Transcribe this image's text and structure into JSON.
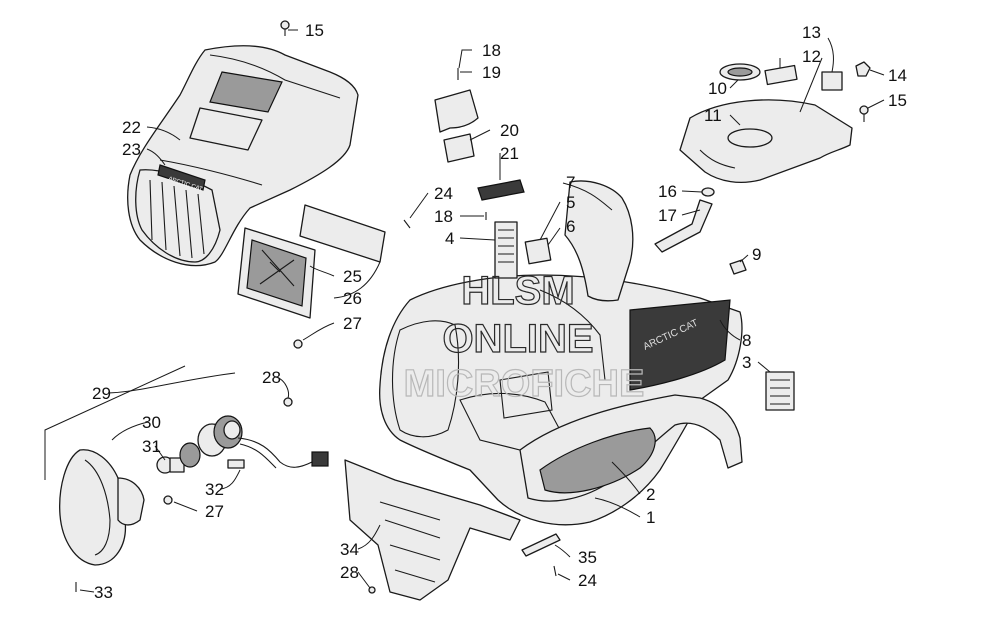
{
  "watermark": {
    "line1": "HLSM",
    "line2": "ONLINE",
    "line3": "MICROFICHE"
  },
  "decal_text": "ARCTIC CAT",
  "callouts": [
    "1",
    "2",
    "3",
    "4",
    "5",
    "6",
    "7",
    "8",
    "9",
    "10",
    "11",
    "12",
    "13",
    "14",
    "15",
    "16",
    "17",
    "18",
    "19",
    "20",
    "21",
    "22",
    "23",
    "24",
    "25",
    "26",
    "27",
    "28",
    "29",
    "30",
    "31",
    "32",
    "33",
    "34",
    "35"
  ]
}
